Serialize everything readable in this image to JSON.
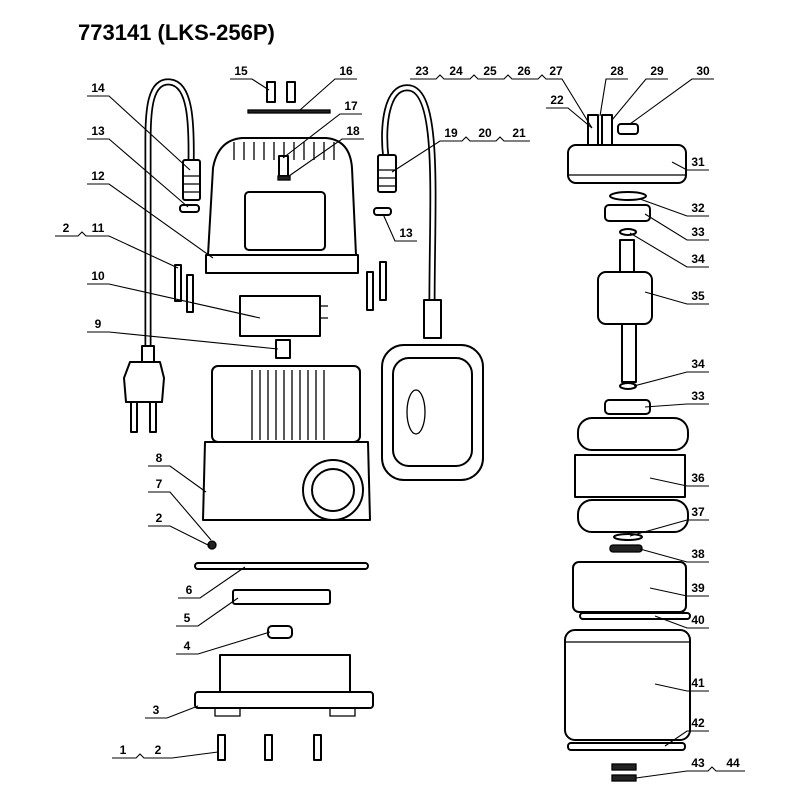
{
  "title": "773141 (LKS-256P)",
  "callouts": [
    "15",
    "16",
    "14",
    "17",
    "13",
    "18",
    "12",
    "2",
    "11",
    "10",
    "9",
    "8",
    "7",
    "2",
    "6",
    "5",
    "4",
    "3",
    "1",
    "2",
    "23",
    "24",
    "25",
    "26",
    "27",
    "28",
    "29",
    "30",
    "22",
    "19",
    "20",
    "21",
    "13",
    "31",
    "32",
    "33",
    "34",
    "35",
    "34",
    "33",
    "36",
    "37",
    "38",
    "39",
    "40",
    "41",
    "42",
    "43",
    "44"
  ]
}
